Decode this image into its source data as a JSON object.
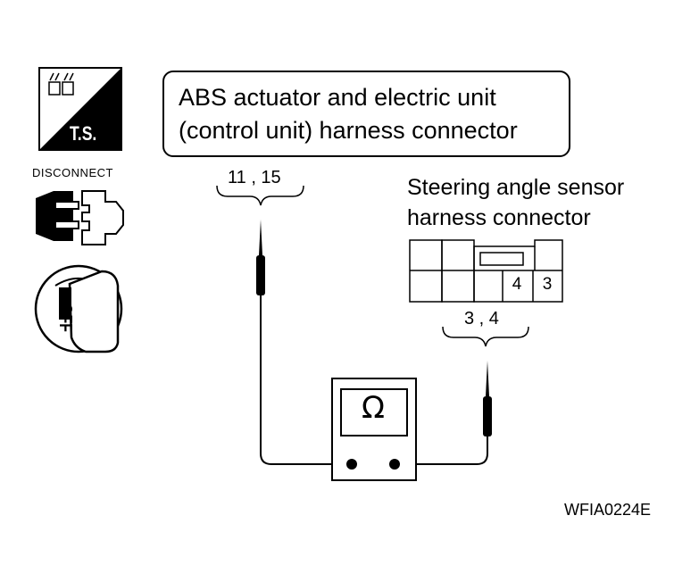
{
  "icons": {
    "ts": {
      "name": "ts-icon",
      "label": "T.S."
    },
    "disconnect": {
      "name": "disconnect-connector-icon",
      "label": "DISCONNECT"
    },
    "ignition": {
      "name": "ignition-off-icon",
      "label": "OFF"
    }
  },
  "abs_connector": {
    "title_line1": "ABS actuator and electric unit",
    "title_line2": "(control unit) harness connector",
    "terminals": "11 , 15"
  },
  "sensor_connector": {
    "title_line1": "Steering angle sensor",
    "title_line2": "harness connector",
    "terminals": "3 , 4",
    "pin_a": "4",
    "pin_b": "3"
  },
  "meter": {
    "symbol": "Ω",
    "icon": "ohmmeter-icon"
  },
  "figure_code": "WFIA0224E"
}
